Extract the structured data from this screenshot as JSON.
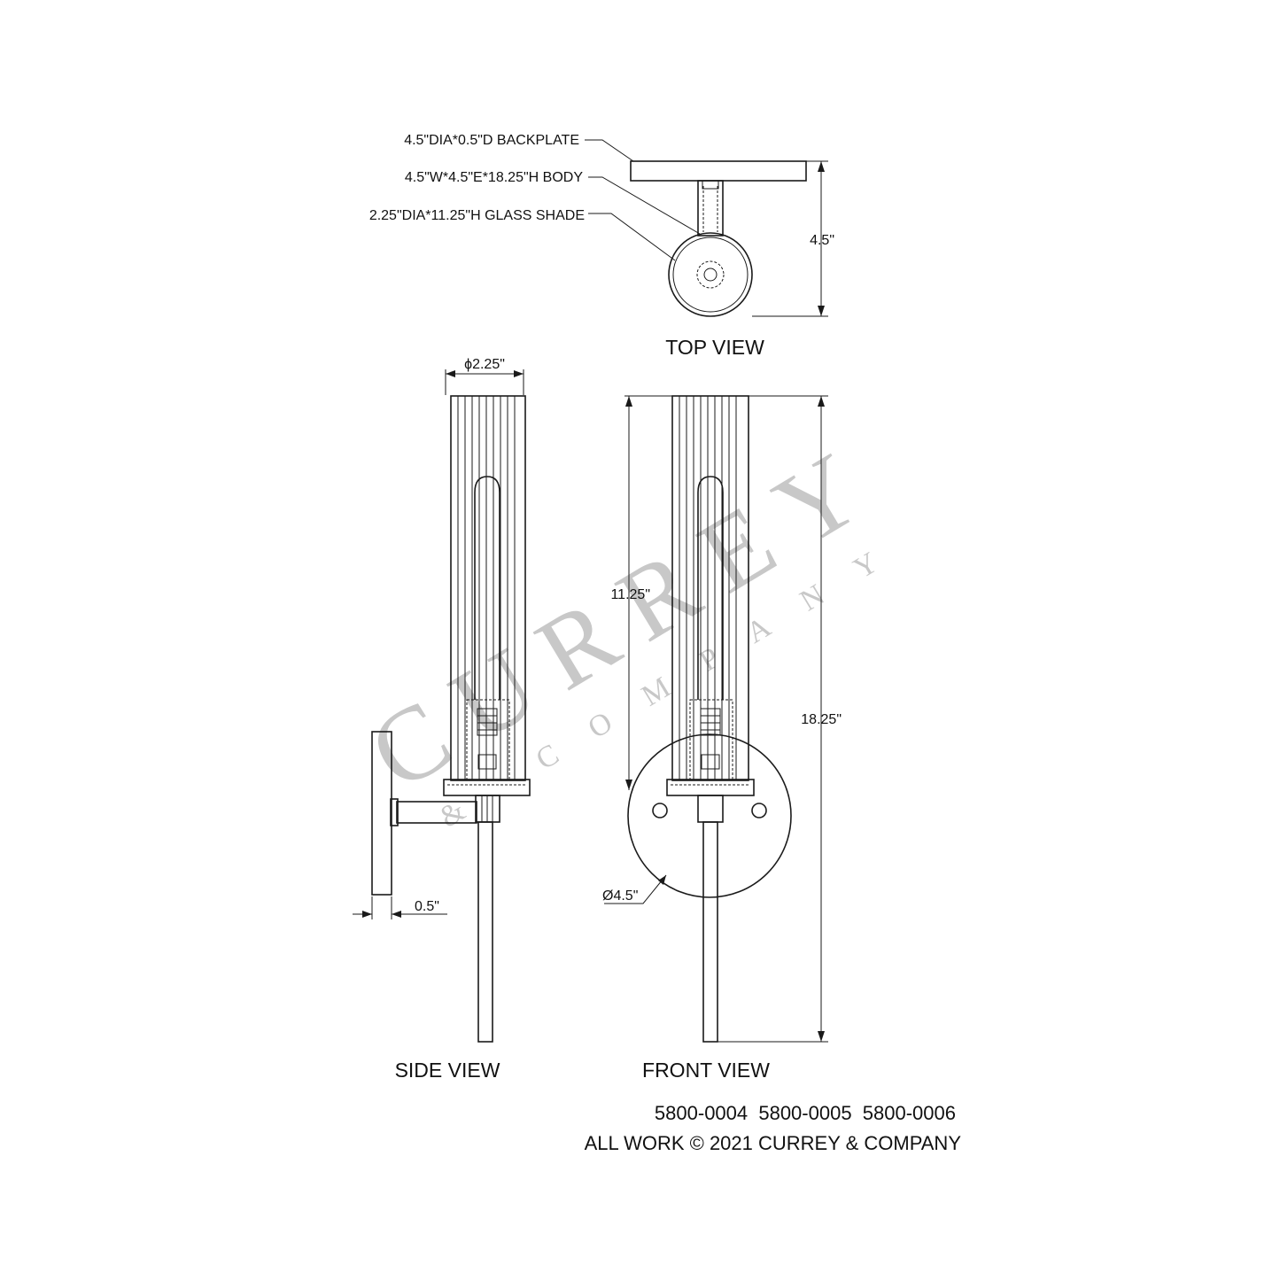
{
  "callouts": {
    "backplate": "4.5\"DIA*0.5\"D BACKPLATE",
    "body": "4.5\"W*4.5\"E*18.25\"H BODY",
    "shade": "2.25\"DIA*11.25\"H GLASS SHADE"
  },
  "dimensions": {
    "top_depth": "4.5\"",
    "shade_dia": "ϕ2.25\"",
    "shade_height": "11.25\"",
    "overall_height": "18.25\"",
    "backplate_dia": "Ø4.5\"",
    "backplate_depth": "0.5\""
  },
  "views": {
    "top": "TOP VIEW",
    "side": "SIDE VIEW",
    "front": "FRONT VIEW"
  },
  "footer": {
    "models": "5800-0004  5800-0005  5800-0006",
    "copyright": "ALL WORK © 2021 CURREY & COMPANY"
  },
  "watermark": {
    "main": "CURREY",
    "sub": "& COMPANY"
  }
}
